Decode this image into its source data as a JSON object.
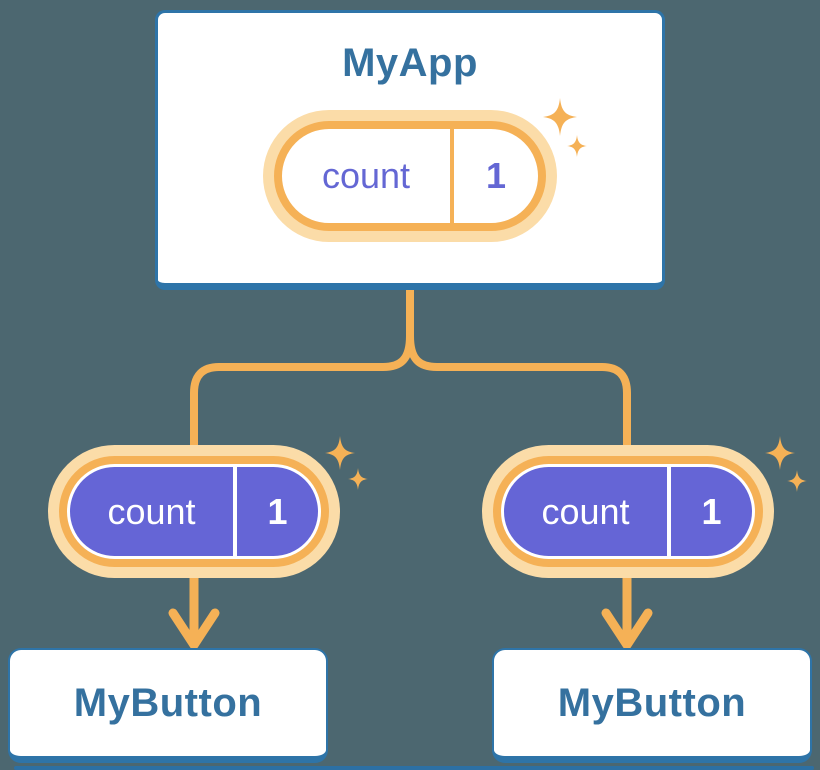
{
  "diagram": {
    "root": {
      "title": "MyApp",
      "state_name": "count",
      "state_value": "1"
    },
    "children": [
      {
        "title": "MyButton",
        "state_name": "count",
        "state_value": "1"
      },
      {
        "title": "MyButton",
        "state_name": "count",
        "state_value": "1"
      }
    ]
  },
  "colors": {
    "background": "#4C6770",
    "card_fill": "#FFFFFF",
    "card_border_blue": "#2E74A8",
    "label_blue": "#35719F",
    "accent_orange": "#F5B156",
    "halo_orange": "#FBDCA8",
    "purple_fill": "#6565D6",
    "purple_text": "#6467D4",
    "pill_text_on_purple": "#FFFFFF",
    "baseline_blue": "#2C70A4"
  },
  "icons": {
    "sparkle": "sparkle-icon",
    "arrow": "arrow-down-icon"
  }
}
